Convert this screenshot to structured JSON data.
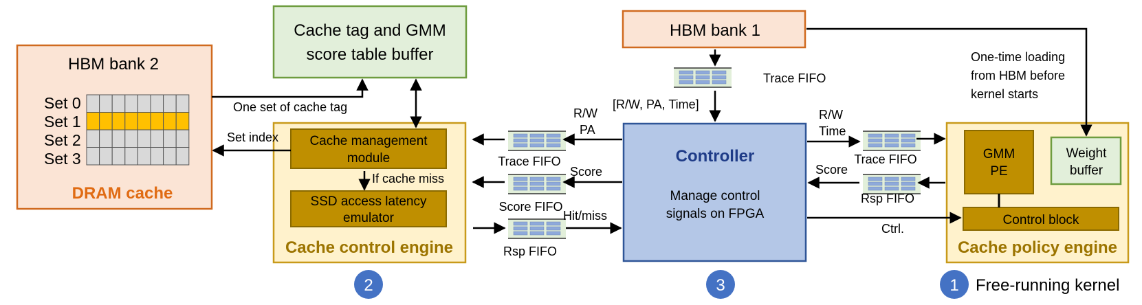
{
  "blocks": {
    "hbm_bank2": "HBM bank 2",
    "dram_cache": "DRAM cache",
    "sets": [
      "Set 0",
      "Set 1",
      "Set 2",
      "Set 3"
    ],
    "tag_buffer_line1": "Cache tag and GMM",
    "tag_buffer_line2": "score table buffer",
    "cache_mgmt_line1": "Cache management",
    "cache_mgmt_line2": "module",
    "ssd_line1": "SSD access latency",
    "ssd_line2": "emulator",
    "cache_control_engine": "Cache control engine",
    "hbm_bank1": "HBM bank 1",
    "controller_title": "Controller",
    "controller_desc1": "Manage control",
    "controller_desc2": "signals on FPGA",
    "gmm_pe_line1": "GMM",
    "gmm_pe_line2": "PE",
    "weight_buffer_line1": "Weight",
    "weight_buffer_line2": "buffer",
    "control_block": "Control block",
    "cache_policy_engine": "Cache policy engine"
  },
  "fifos": {
    "trace_top": "Trace FIFO",
    "trace_left": "Trace FIFO",
    "score_left": "Score FIFO",
    "rsp_left": "Rsp FIFO",
    "trace_right": "Trace FIFO",
    "rsp_right": "Rsp FIFO"
  },
  "signals": {
    "one_set_of_cache_tag": "One set of cache tag",
    "set_index": "Set index",
    "if_cache_miss": "If cache miss",
    "rw_pa_time": "[R/W, PA, Time]",
    "rw_left": "R/W",
    "pa_left": "PA",
    "score_left": "Score",
    "hit_miss": "Hit/miss",
    "rw_right": "R/W",
    "time_right": "Time",
    "score_right": "Score",
    "ctrl": "Ctrl.",
    "one_time_1": "One-time loading",
    "one_time_2": "from HBM before",
    "one_time_3": "kernel starts"
  },
  "badges": {
    "kernel_1": "1",
    "kernel_2": "2",
    "kernel_3": "3",
    "free_running": "Free-running kernel"
  },
  "colors": {
    "orange_border": "#d06a1f",
    "orange_fill": "#fbe4d5",
    "orange_text": "#e06b13",
    "green_border": "#6e9c3f",
    "green_fill": "#e2efda",
    "yellow_border": "#c89a1a",
    "yellow_fill": "#fff2cc",
    "gold_fill": "#bf8f00",
    "gold_text": "#9c7400",
    "blue_border": "#2f5597",
    "blue_fill": "#b4c7e7",
    "blue_text": "#1f3c88",
    "badge_fill": "#4472c4",
    "highlight_row": "#ffc000",
    "grid_cell": "#d9d9d9"
  }
}
